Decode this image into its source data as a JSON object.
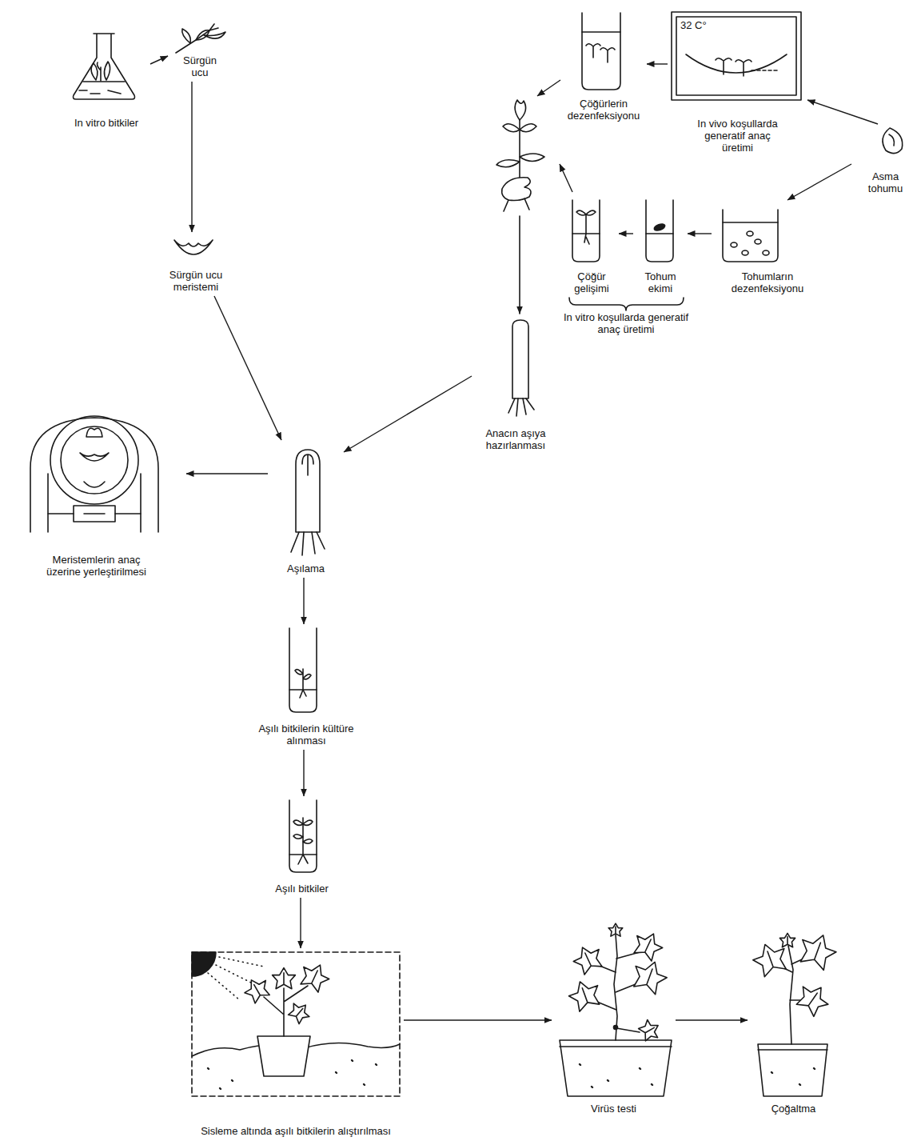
{
  "diagram": {
    "nodes": [
      {
        "text": [
          "In vitro bitkiler"
        ]
      },
      {
        "text": [
          "Sürgün ucu"
        ]
      },
      {
        "text": [
          "Çöğürlerin dezenfeksiyonu"
        ]
      },
      {
        "text": [
          "In vivo koşullarda generatif anaç üretimi"
        ]
      },
      {
        "text": [
          "Asma tohumu"
        ]
      },
      {
        "text": [
          "Sürgün ucu meristemi"
        ]
      },
      {
        "text": [
          "Çöğür gelişimi"
        ]
      },
      {
        "text": [
          "Tohum ekimi"
        ]
      },
      {
        "text": [
          "Tohumların dezenfeksiyonu"
        ]
      },
      {
        "text": [
          "Anacın aşıya hazırlanması"
        ]
      },
      {
        "text": [
          "Meristemlerin anaç üzerine yerleştirilmesi"
        ]
      },
      {
        "text": [
          "Aşılama"
        ]
      },
      {
        "text": [
          "Aşılı bitkilerin kültüre alınması"
        ]
      },
      {
        "text": [
          "Aşılı bitkiler"
        ]
      },
      {
        "text": [
          "Sisleme altında aşılı bitkilerin alıştırılması"
        ]
      },
      {
        "text": [
          "Virüs testi"
        ]
      },
      {
        "text": [
          "Çoğaltma"
        ]
      }
    ],
    "edges": [
      {
        "from": 0,
        "to": 1,
        "arrow": "to"
      },
      {
        "from": 1,
        "to": 5,
        "arrow": "to"
      },
      {
        "from": 4,
        "to": 3,
        "arrow": "to"
      },
      {
        "from": 4,
        "to": 8,
        "arrow": "to"
      },
      {
        "from": 3,
        "to": 2,
        "arrow": "to"
      },
      {
        "from": 8,
        "to": 7,
        "arrow": "to"
      },
      {
        "from": 7,
        "to": 6,
        "arrow": "to"
      },
      {
        "from": 2,
        "to": 9,
        "arrow": "to"
      },
      {
        "from": 6,
        "to": 9,
        "arrow": "to"
      },
      {
        "from": 5,
        "to": 11,
        "arrow": "to"
      },
      {
        "from": 9,
        "to": 11,
        "arrow": "to"
      },
      {
        "from": 11,
        "to": 10,
        "arrow": "to"
      },
      {
        "from": 11,
        "to": 12,
        "arrow": "to"
      },
      {
        "from": 12,
        "to": 13,
        "arrow": "to"
      },
      {
        "from": 13,
        "to": 14,
        "arrow": "to"
      },
      {
        "from": 14,
        "to": 15,
        "arrow": "to"
      },
      {
        "from": 15,
        "to": 16,
        "arrow": "to"
      }
    ],
    "labels": [
      "32 C°",
      "In vitro koşullarda generatif anaç üretimi"
    ]
  }
}
